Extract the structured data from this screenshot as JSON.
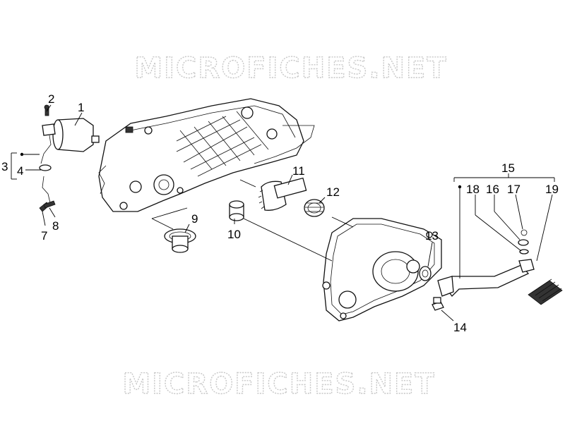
{
  "watermark": {
    "top": "MICROFICHES.NET",
    "bottom": "MICROFICHES.NET"
  },
  "callouts": [
    "1",
    "2",
    "3",
    "4",
    "7",
    "8",
    "9",
    "10",
    "11",
    "12",
    "13",
    "14",
    "15",
    "16",
    "17",
    "18",
    "19"
  ],
  "colors": {
    "line": "#000000",
    "watermark": "#c8c8c8",
    "background": "#ffffff"
  }
}
